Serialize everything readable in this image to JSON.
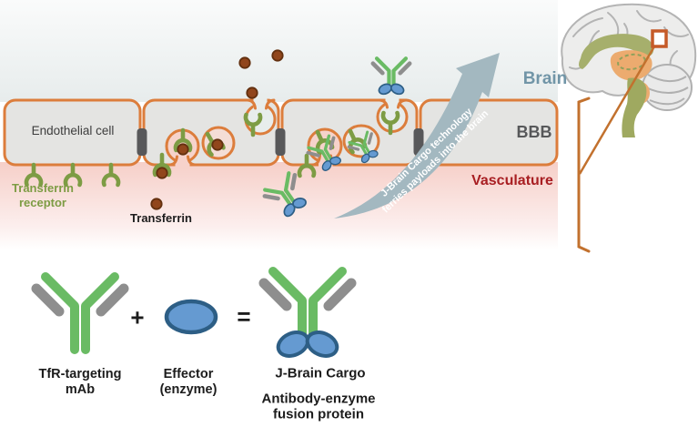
{
  "labels": {
    "endothelial_cell": "Endothelial cell",
    "transferrin_receptor_line1": "Transferrin",
    "transferrin_receptor_line2": "receptor",
    "transferrin": "Transferrin",
    "brain": "Brain",
    "bbb": "BBB",
    "vasculature": "Vasculature"
  },
  "arrow_text": {
    "line1": "J-Brain Cargo technology",
    "line2": "ferries payloads into the brain"
  },
  "equation": {
    "plus": "+",
    "equals": "=",
    "mab_line1": "TfR-targeting",
    "mab_line2": "mAb",
    "effector_line1": "Effector",
    "effector_line2": "(enzyme)",
    "product_name": "J-Brain Cargo",
    "product_desc_line1": "Antibody-enzyme",
    "product_desc_line2": "fusion protein"
  },
  "colors": {
    "membrane-orange": "#dc7d3c",
    "cell-fill": "#e4e4e2",
    "junction-gray": "#58585a",
    "receptor-green": "#7d9c44",
    "antibody-green": "#6abb64",
    "antibody-gray": "#8e8e8e",
    "cargo-blue": "#659ad1",
    "cargo-blue-dark": "#2d5e85",
    "transferrin-brown": "#91461c",
    "arrow-gray-blue": "#a3b8c0",
    "brain-label": "#7195a7",
    "bbb-label": "#57585a",
    "vasc-label": "#a81e22",
    "cell-text": "#3e3e3e",
    "black": "#1c1c1c",
    "brain-olive": "#a6af6c",
    "brain-orange": "#ecab6f",
    "brain-gray": "#b4b4b4",
    "marker-orange": "#c2712e"
  }
}
